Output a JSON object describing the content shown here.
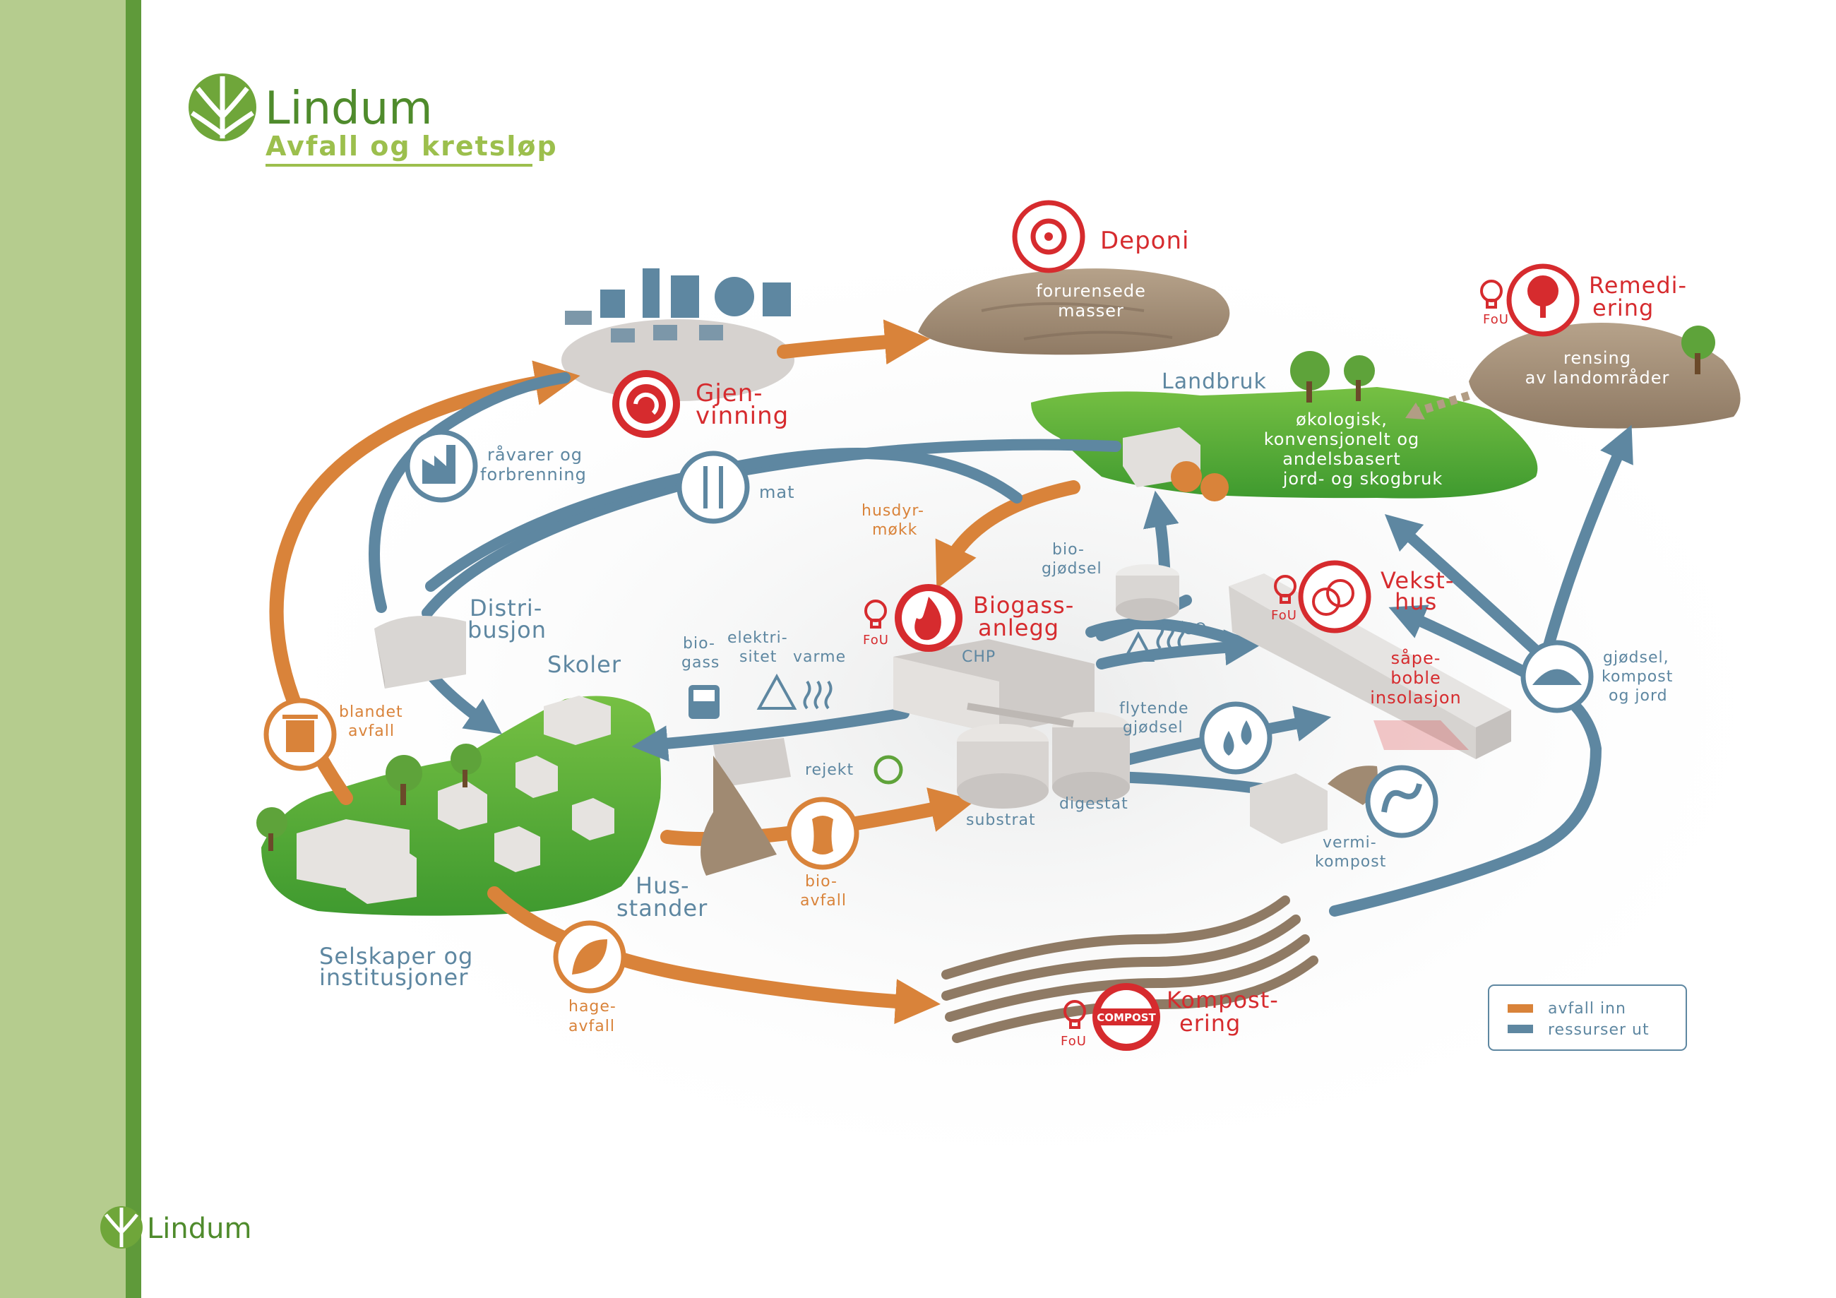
{
  "brand": {
    "name": "Lindum",
    "subtitle": "Avfall og kretsløp",
    "footer_name": "Lindum"
  },
  "colors": {
    "orange": "#d9833a",
    "blue": "#5e87a1",
    "red": "#d62b2e",
    "green": "#5f9a3a",
    "brown": "#a08a72"
  },
  "stations": {
    "deponi": {
      "title": "Deponi",
      "desc": [
        "forurensede",
        "masser"
      ]
    },
    "gjenvinning": {
      "title": [
        "Gjen-",
        "vinning"
      ]
    },
    "remediering": {
      "title": [
        "Remedi-",
        "ering"
      ],
      "desc": [
        "rensing",
        "av landområder"
      ],
      "fou": "FoU"
    },
    "landbruk": {
      "title": "Landbruk",
      "desc": [
        "økologisk,",
        "konvensjonelt og",
        "andelsbasert",
        "jord- og skogbruk"
      ]
    },
    "biogass": {
      "title": [
        "Biogass-",
        "anlegg"
      ],
      "fou": "FoU"
    },
    "veksthus": {
      "title": [
        "Vekst-",
        "hus"
      ],
      "desc": [
        "såpe-",
        "boble",
        "insolasjon"
      ],
      "fou": "FoU"
    },
    "kompostering": {
      "title": [
        "Kompost-",
        "ering"
      ],
      "fou": "FoU",
      "badge": "COMPOST"
    }
  },
  "places": {
    "distribusjon": [
      "Distri-",
      "busjon"
    ],
    "skoler": "Skoler",
    "husstander": [
      "Hus-",
      "stander"
    ],
    "selskaper": [
      "Selskaper og",
      "institusjoner"
    ]
  },
  "flows": {
    "ravarer": [
      "råvarer og",
      "forbrenning"
    ],
    "mat": "mat",
    "husdyrmokk": [
      "husdyr-",
      "møkk"
    ],
    "biogjodsel": [
      "bio-",
      "gjødsel"
    ],
    "biogass": [
      "bio-",
      "gass"
    ],
    "elektrisitet": [
      "elektri-",
      "sitet"
    ],
    "varme": "varme",
    "chp": "CHP",
    "co2": "CO₂",
    "flytende": [
      "flytende",
      "gjødsel"
    ],
    "rejekt": "rejekt",
    "substrat": "substrat",
    "digestat": "digestat",
    "bioavfall": [
      "bio-",
      "avfall"
    ],
    "blandet": [
      "blandet",
      "avfall"
    ],
    "hageavfall": [
      "hage-",
      "avfall"
    ],
    "gjodsel_kompost": [
      "gjødsel,",
      "kompost",
      "og jord"
    ],
    "vermikompost": [
      "vermi-",
      "kompost"
    ]
  },
  "legend": {
    "items": [
      {
        "label": "avfall inn",
        "color": "#d9833a"
      },
      {
        "label": "ressurser ut",
        "color": "#5e87a1"
      }
    ]
  },
  "icons": [
    "recycle-icon",
    "biohazard-icon",
    "tree-icon",
    "factory-icon",
    "cutlery-icon",
    "flame-icon",
    "rings-icon",
    "trash-icon",
    "leaf-icon",
    "apple-icon",
    "bus-icon",
    "electricity-icon",
    "heat-icon",
    "drop-icon",
    "worm-icon",
    "mound-icon",
    "bulb-icon",
    "cow-icon",
    "pig-icon"
  ]
}
